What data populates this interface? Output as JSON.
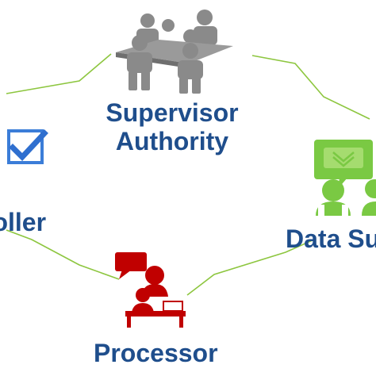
{
  "nodes": {
    "supervisor": {
      "label_line1": "Supervisor",
      "label_line2": "Authority",
      "icon": "meeting-group-icon"
    },
    "controller": {
      "label": "roller",
      "icon": "checkbox-icon"
    },
    "data_subject": {
      "label": "Data Su",
      "icon": "person-speech-bubble-icon"
    },
    "processor": {
      "label": "Processor",
      "icon": "person-at-desk-icon"
    }
  },
  "colors": {
    "label_text": "#1f4e8c",
    "connector": "#8dc63f",
    "supervisor_icon": "#8a8a8a",
    "controller_icon": "#3b7dd8",
    "data_subject_icon": "#7ac943",
    "processor_icon": "#c00000"
  }
}
